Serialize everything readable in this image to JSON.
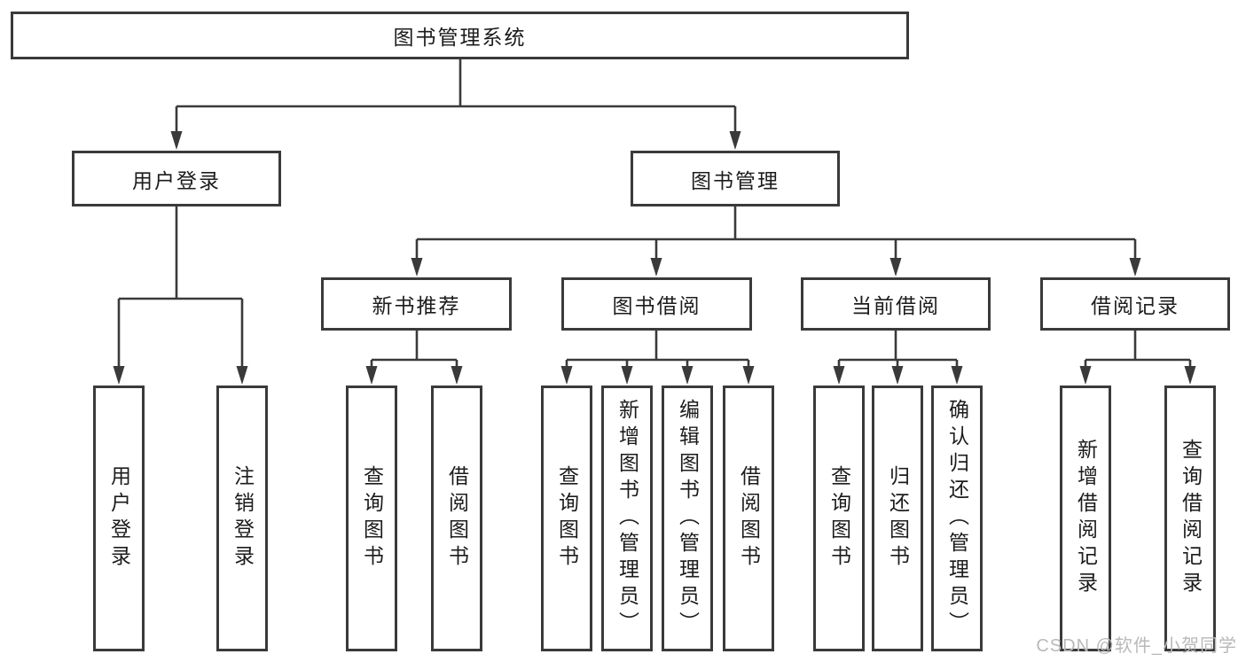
{
  "boxes": {
    "root": "图书管理系统",
    "user_login": "用户登录",
    "book_management": "图书管理",
    "new_book_recommend": "新书推荐",
    "book_borrow": "图书借阅",
    "current_borrow": "当前借阅",
    "borrow_records": "借阅记录",
    "ul_user_login": "用户登录",
    "ul_logout": "注销登录",
    "nb_query_books": "查询图书",
    "nb_borrow_books": "借阅图书",
    "bb_query_books": "查询图书",
    "bb_add_books": "新增图书（管理员）",
    "bb_edit_books": "编辑图书（管理员）",
    "bb_borrow_books": "借阅图书",
    "cb_query_books": "查询图书",
    "cb_return_books": "归还图书",
    "cb_confirm_return": "确认归还（管理员）",
    "br_add_record": "新增借阅记录",
    "br_query_record": "查询借阅记录"
  },
  "hierarchy": {
    "图书管理系统": {
      "用户登录": [
        "用户登录",
        "注销登录"
      ],
      "图书管理": {
        "新书推荐": [
          "查询图书",
          "借阅图书"
        ],
        "图书借阅": [
          "查询图书",
          "新增图书（管理员）",
          "编辑图书（管理员）",
          "借阅图书"
        ],
        "当前借阅": [
          "查询图书",
          "归还图书",
          "确认归还（管理员）"
        ],
        "借阅记录": [
          "新增借阅记录",
          "查询借阅记录"
        ]
      }
    }
  },
  "watermark": "CSDN @软件_小贺同学",
  "colors": {
    "line": "#3a3a3a",
    "text": "#1c1c1c",
    "background": "#ffffff",
    "watermark": "#b9b9b9"
  }
}
